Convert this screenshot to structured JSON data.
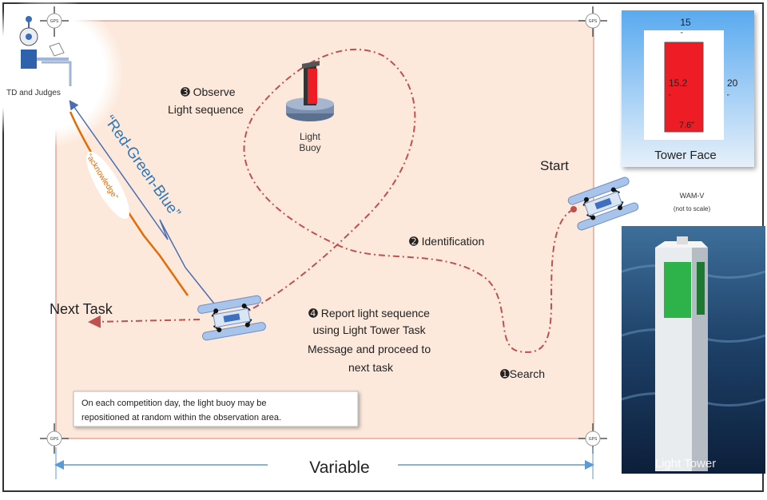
{
  "gps_label": "GPS",
  "judges": {
    "label": "TD and Judges"
  },
  "messages": {
    "report": "“Red-Green-Blue”",
    "ack": "“acknowledge”"
  },
  "steps": {
    "observe": [
      "➌ Observe",
      "Light sequence"
    ],
    "identification": "➋ Identification",
    "search": "➊Search",
    "report": [
      "➍ Report light sequence",
      "using Light Tower Task",
      "Message and proceed to",
      "next task"
    ]
  },
  "buoy": {
    "line1": "Light",
    "line2": "Buoy"
  },
  "start_label": "Start",
  "next_task_label": "Next Task",
  "wamv": {
    "name": "WAM-V",
    "note": "(not to scale)"
  },
  "note": [
    "On each competition day, the light buoy may be",
    "repositioned at random within the observation area."
  ],
  "dimension_label": "Variable",
  "tower_face": {
    "title": "Tower Face",
    "width": "15",
    "width_unit": "”",
    "height": "20",
    "height_unit": "”",
    "light_height": "15.2",
    "light_height_unit": "”",
    "light_width": "7.6”"
  },
  "light_tower": {
    "caption": "Light Tower"
  },
  "colors": {
    "area": "#fde9dc",
    "path": "#c0504d",
    "report_arrow": "#2e75b6",
    "ack_arrow": "#e36c09",
    "light_red": "#ee1c25",
    "light_green": "#2db34a"
  }
}
